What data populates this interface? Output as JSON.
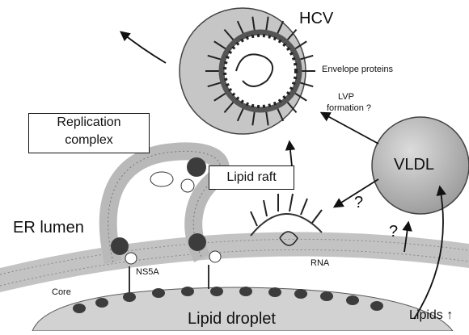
{
  "labels": {
    "hcv": "HCV",
    "envelope_proteins": "Envelope proteins",
    "lvp_line1": "LVP",
    "lvp_line2": "formation ?",
    "replication_line1": "Replication",
    "replication_line2": "complex",
    "lipid_raft": "Lipid raft",
    "vldl": "VLDL",
    "er_lumen": "ER lumen",
    "ns5a": "NS5A",
    "rna": "RNA",
    "core": "Core",
    "lipid_droplet": "Lipid droplet",
    "lipids": "Lipids ↑",
    "q1": "?",
    "q2": "?"
  },
  "colors": {
    "membrane": "#b9b9b9",
    "droplet": "#d2d2d2",
    "vldl": "#bdbdbd",
    "protein": "#3c3c3c",
    "envelope_ring": "#555555"
  }
}
